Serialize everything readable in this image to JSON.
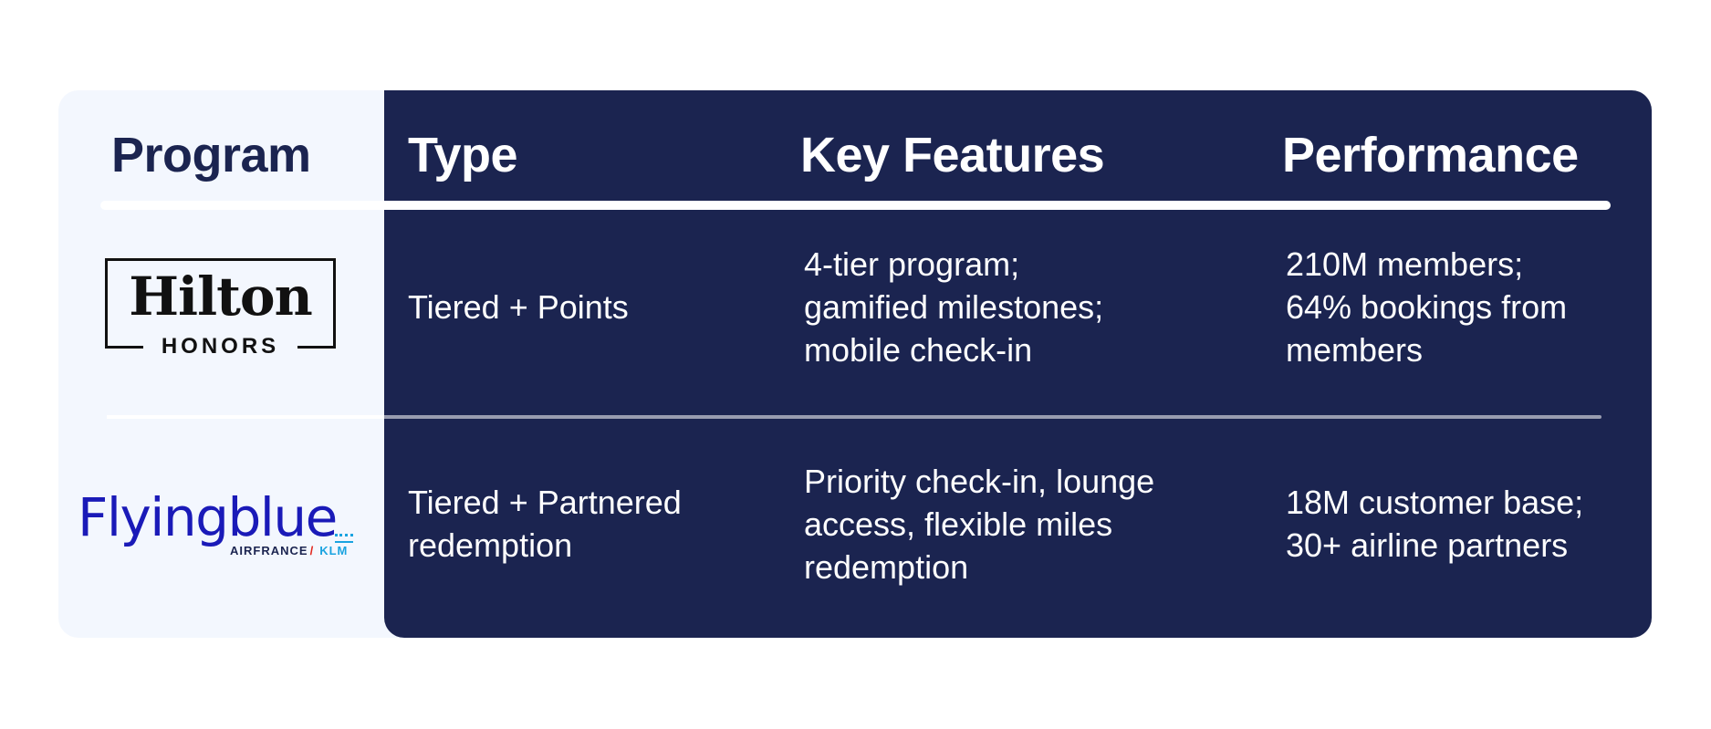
{
  "table": {
    "headers": {
      "program": "Program",
      "type": "Type",
      "key_features": "Key Features",
      "performance": "Performance"
    },
    "rows": [
      {
        "program_logo": {
          "name": "hilton-honors-logo",
          "wordmark": "Hilton",
          "subtext": "HONORS"
        },
        "type_lines": [
          "Tiered + Points"
        ],
        "key_features_lines": [
          "4-tier program;",
          "gamified milestones;",
          "mobile check-in"
        ],
        "performance_lines": [
          "210M members;",
          "64% bookings from",
          "members"
        ]
      },
      {
        "program_logo": {
          "name": "flying-blue-logo",
          "wordmark": "Flyingblue",
          "partner_1": "AIRFRANCE",
          "partner_2": "KLM"
        },
        "type_lines": [
          "Tiered + Partnered",
          "redemption"
        ],
        "key_features_lines": [
          "Priority check-in, lounge",
          "access, flexible miles",
          "redemption"
        ],
        "performance_lines": [
          "18M customer base;",
          "30+ airline partners"
        ]
      }
    ]
  },
  "colors": {
    "navy": "#1b2450",
    "light_panel": "#f3f7fe",
    "flyingblue_blue": "#1a1ab8",
    "airfrance_red": "#e2231a",
    "klm_blue": "#1aa3e0"
  }
}
